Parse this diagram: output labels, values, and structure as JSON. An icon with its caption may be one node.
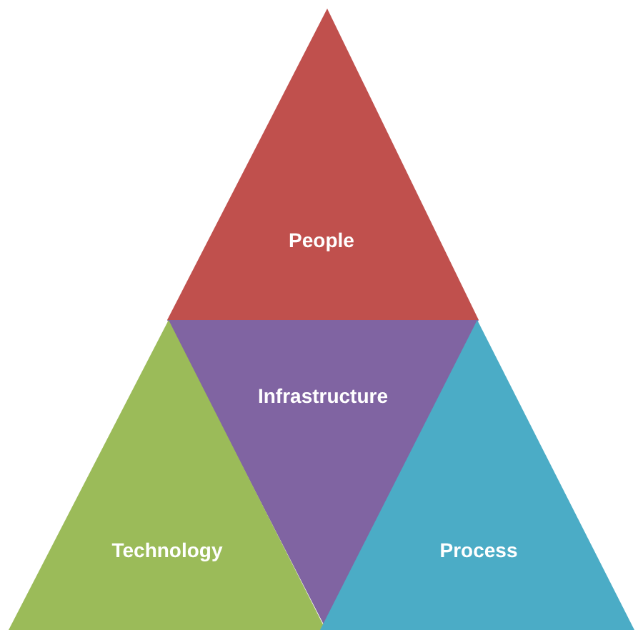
{
  "diagram": {
    "nodes": [
      {
        "text": [
          "People"
        ]
      },
      {
        "text": [
          "Infrastructure"
        ]
      },
      {
        "text": [
          "Technology"
        ]
      },
      {
        "text": [
          "Process"
        ]
      }
    ]
  }
}
